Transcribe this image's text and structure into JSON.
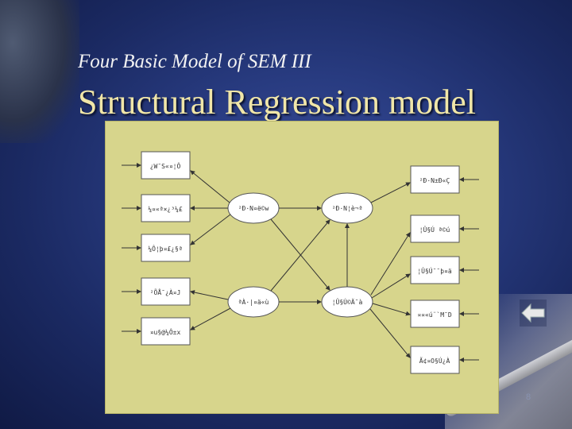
{
  "slide": {
    "subtitle": "Four Basic Model of SEM III",
    "title": "Structural Regression model",
    "page_number": "8"
  },
  "diagram": {
    "left_indicators": [
      "¿W¯S«¤¦Ô",
      "¼¤«ª×¿³¼£",
      "¼Ô¦þ¤£¿§ª",
      "²ÕÅ¯¿À¤J",
      "¤u§@¼Ô±x"
    ],
    "latent": [
      "²Ð·N¤ë©w",
      "²Ð·N¦è¬ª",
      "ªÀ·|¤ä«ù",
      "¦Û§Ú©Ä¯à"
    ],
    "right_indicators": [
      "²Ð·N±Ð«Ç",
      "¦Û§Ú ª©ú",
      "¦Û§Ú¯¯þ¤ä",
      "¤¤«ú¨`M¯D",
      "Ã¢¤O§Ú¿À"
    ]
  },
  "nav": {
    "back_icon": "left-arrow-icon"
  }
}
